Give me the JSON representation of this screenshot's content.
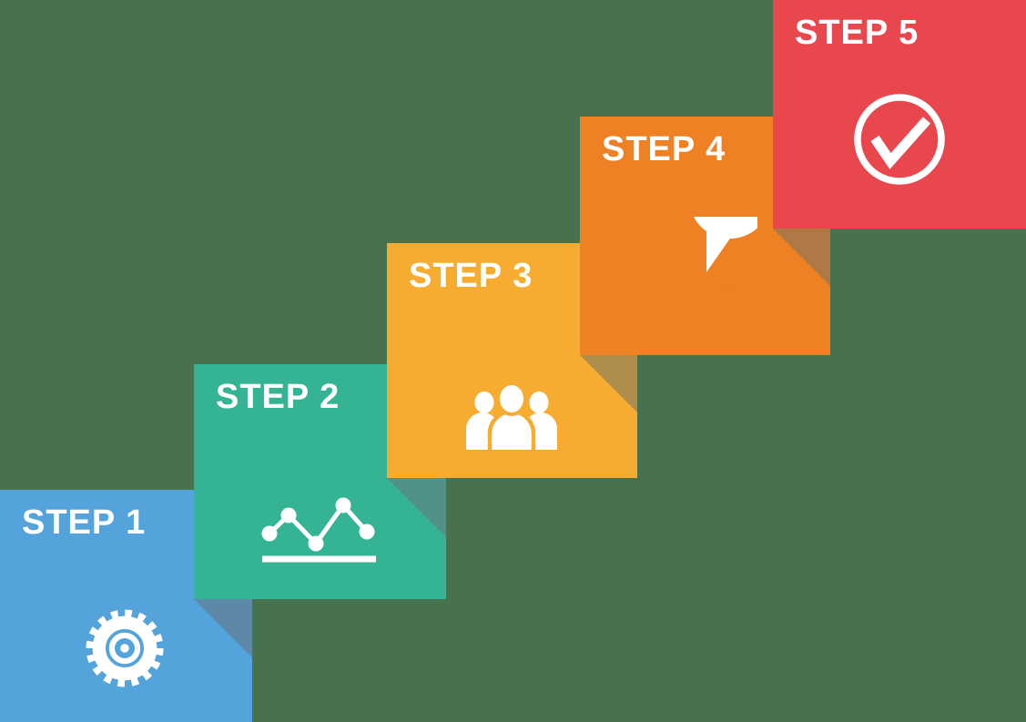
{
  "diagram": {
    "type": "step-infographic",
    "description": "Five step staircase process diagram, steps ascend from bottom-left to top-right",
    "background_color": "#48714E",
    "text_color": "#FFFFFF",
    "steps": [
      {
        "label": "STEP 1",
        "color": "#55A3DB",
        "icon": "gear-icon"
      },
      {
        "label": "STEP 2",
        "color": "#34B494",
        "icon": "line-chart-icon",
        "cast_shadow_color": "#5E88A8"
      },
      {
        "label": "STEP 3",
        "color": "#F5AC31",
        "icon": "people-icon",
        "cast_shadow_color": "#529189"
      },
      {
        "label": "STEP 4",
        "color": "#EE8123",
        "icon": "pie-chart-icon",
        "cast_shadow_color": "#AE8C4C"
      },
      {
        "label": "STEP 5",
        "color": "#E9474E",
        "icon": "check-circle-icon",
        "cast_shadow_color": "#B07845"
      }
    ]
  }
}
